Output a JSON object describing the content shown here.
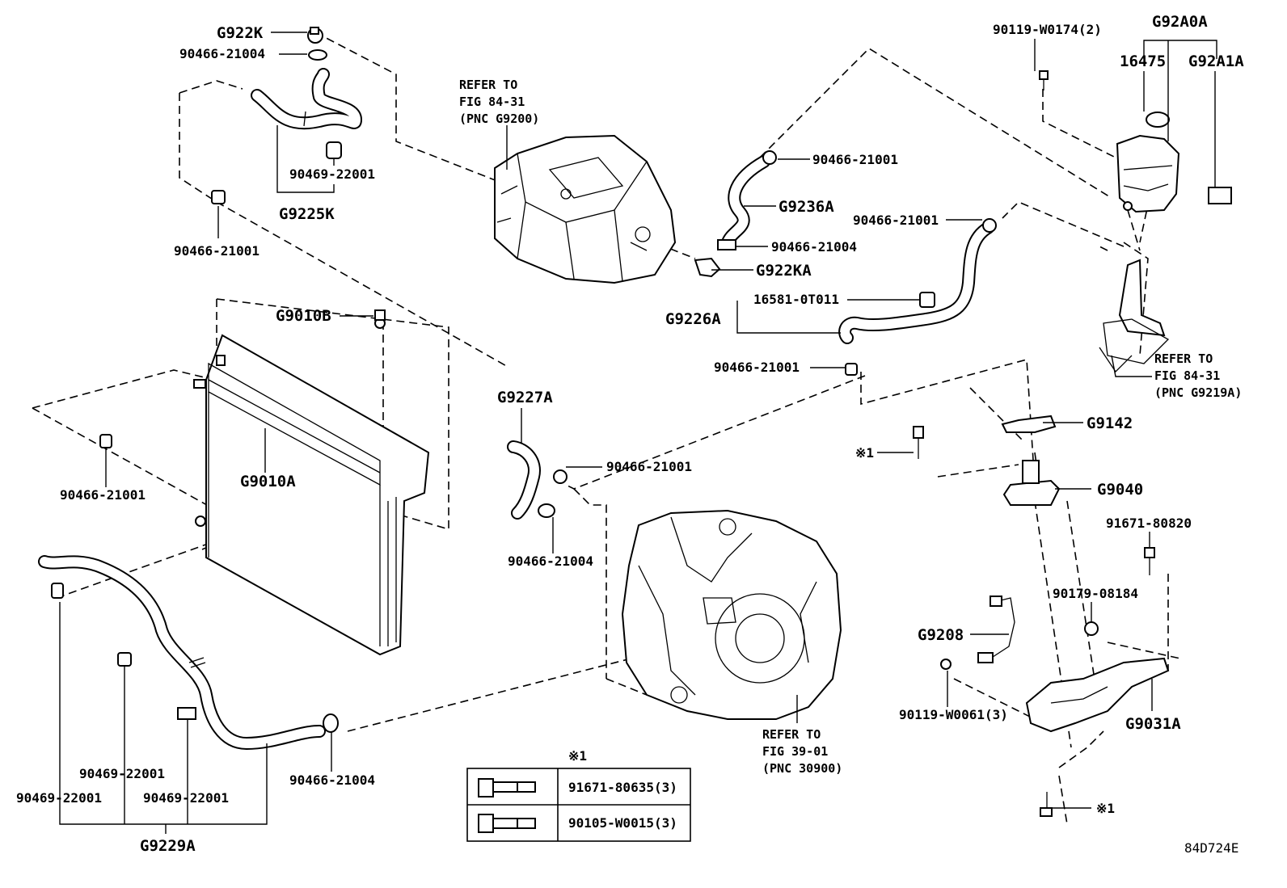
{
  "labels": {
    "g922k": "G922K",
    "p90466_21004_top": "90466-21004",
    "p90469_22001_top": "90469-22001",
    "g9225k": "G9225K",
    "p90466_21001_left_top": "90466-21001",
    "refer_g9200_l1": "REFER TO",
    "refer_g9200_l2": "FIG 84-31",
    "refer_g9200_l3": "(PNC G9200)",
    "p90466_21001_mid_top": "90466-21001",
    "g9236a": "G9236A",
    "p90466_21004_mid": "90466-21004",
    "g922ka": "G922KA",
    "p90466_21001_mid2": "90466-21001",
    "p16581": "16581-0T011",
    "g9226a": "G9226A",
    "p90466_21001_mid3": "90466-21001",
    "p90119_w0174": "90119-W0174(2)",
    "g92a0a": "G92A0A",
    "p16475": "16475",
    "g92a1a": "G92A1A",
    "refer_g9219a_l1": "REFER TO",
    "refer_g9219a_l2": "FIG 84-31",
    "refer_g9219a_l3": "(PNC G9219A)",
    "g9010b": "G9010B",
    "g9010a": "G9010A",
    "p90466_21001_left": "90466-21001",
    "g9227a": "G9227A",
    "p90466_21001_center": "90466-21001",
    "p90466_21004_center": "90466-21004",
    "g9142": "G9142",
    "mark1_bolt": "※1",
    "g9040": "G9040",
    "p91671_80820": "91671-80820",
    "p90179_08184": "90179-08184",
    "g9208": "G9208",
    "p90119_w0061": "90119-W0061(3)",
    "g9031a": "G9031A",
    "mark1_bottom": "※1",
    "refer_30900_l1": "REFER TO",
    "refer_30900_l2": "FIG 39-01",
    "refer_30900_l3": "(PNC 30900)",
    "p90466_21004_bottom": "90466-21004",
    "p90469_22001_a": "90469-22001",
    "p90469_22001_b": "90469-22001",
    "p90469_22001_c": "90469-22001",
    "g9229a": "G9229A",
    "diagram_id": "84D724E"
  },
  "legend": {
    "title": "※1",
    "rows": [
      {
        "part": "91671-80635(3)"
      },
      {
        "part": "90105-W0015(3)"
      }
    ]
  }
}
